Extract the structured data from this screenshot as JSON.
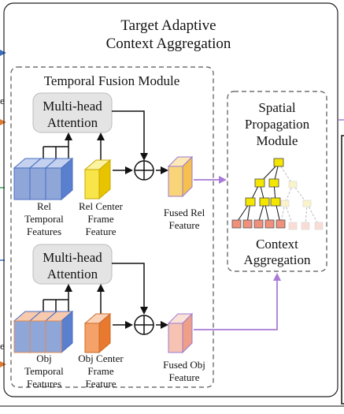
{
  "title": {
    "line1": "Target Adaptive",
    "line2": "Context Aggregation"
  },
  "temporal_fusion": {
    "title": "Temporal Fusion Module",
    "attention_rel": {
      "line1": "Multi-head",
      "line2": "Attention"
    },
    "attention_obj": {
      "line1": "Multi-head",
      "line2": "Attention"
    },
    "rel_temporal": {
      "line1": "Rel",
      "line2": "Temporal",
      "line3": "Features"
    },
    "rel_center": {
      "line1": "Rel Center",
      "line2": "Frame",
      "line3": "Feature"
    },
    "fused_rel": {
      "line1": "Fused Rel",
      "line2": "Feature"
    },
    "obj_temporal": {
      "line1": "Obj",
      "line2": "Temporal",
      "line3": "Features"
    },
    "obj_center": {
      "line1": "Obj Center",
      "line2": "Frame",
      "line3": "Feature"
    },
    "fused_obj": {
      "line1": "Fused Obj",
      "line2": "Feature"
    }
  },
  "spatial_propagation": {
    "title": {
      "line1": "Spatial",
      "line2": "Propagation",
      "line3": "Module"
    },
    "context": {
      "line1": "Context",
      "line2": "Aggregation"
    }
  },
  "colors": {
    "temporal_cube": "#8fa6d8",
    "rel_center_cube": "#f7e54a",
    "obj_center_cube": "#f5a26a",
    "fused_rel_cube": "#f9d57a",
    "fused_obj_cube": "#f6c3b3",
    "arrow_purple": "#a77bd6",
    "attention_fill": "#e4e4e4"
  }
}
